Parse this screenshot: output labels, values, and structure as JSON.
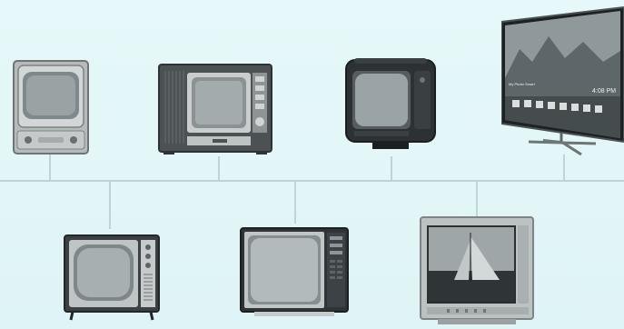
{
  "smart_tv_screen": {
    "clock": "4:08 PM",
    "menu_label": "My Photo Smart"
  },
  "icons": [
    "timeline-line",
    "tv-1950s-icon",
    "tv-1960s-icon",
    "tv-1970s-icon",
    "tv-1980s-icon",
    "tv-1990s-icon",
    "tv-2000s-icon",
    "smart-tv-icon"
  ],
  "colors": {
    "background": "#e3f7f8",
    "timeline": "#bcd6d8",
    "tv_body_light": "#c7cbcb",
    "tv_body_dark": "#2a2d2f",
    "screen": "#8f9799"
  }
}
